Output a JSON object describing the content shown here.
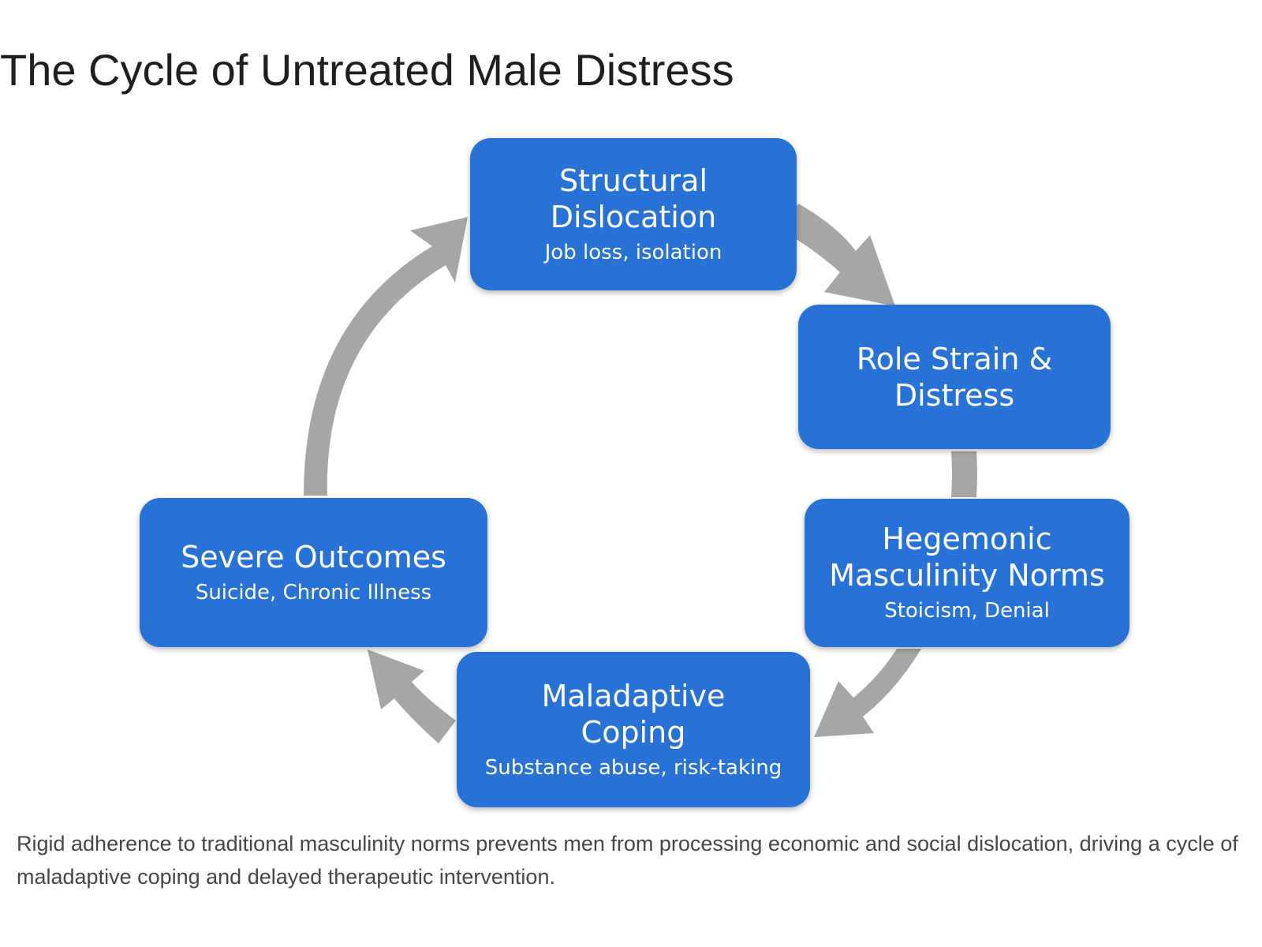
{
  "title": "The Cycle of Untreated Male Distress",
  "nodes": [
    {
      "id": "structural-dislocation",
      "title": "Structural Dislocation",
      "subtitle": "Job loss, isolation"
    },
    {
      "id": "role-strain",
      "title": "Role Strain & Distress",
      "subtitle": ""
    },
    {
      "id": "hegemonic-norms",
      "title": "Hegemonic Masculinity Norms",
      "subtitle": "Stoicism, Denial"
    },
    {
      "id": "maladaptive-coping",
      "title": "Maladaptive Coping",
      "subtitle": "Substance abuse, risk-taking"
    },
    {
      "id": "severe-outcomes",
      "title": "Severe Outcomes",
      "subtitle": "Suicide, Chronic Illness"
    }
  ],
  "caption": "Rigid adherence to traditional masculinity norms prevents men from processing economic and social dislocation, driving a cycle of maladaptive coping and delayed therapeutic intervention.",
  "colors": {
    "node_fill": "#2872d6",
    "node_text": "#ffffff",
    "arrow": "#a6a6a6",
    "title_text": "#1f1f1f",
    "caption_text": "#444746"
  }
}
